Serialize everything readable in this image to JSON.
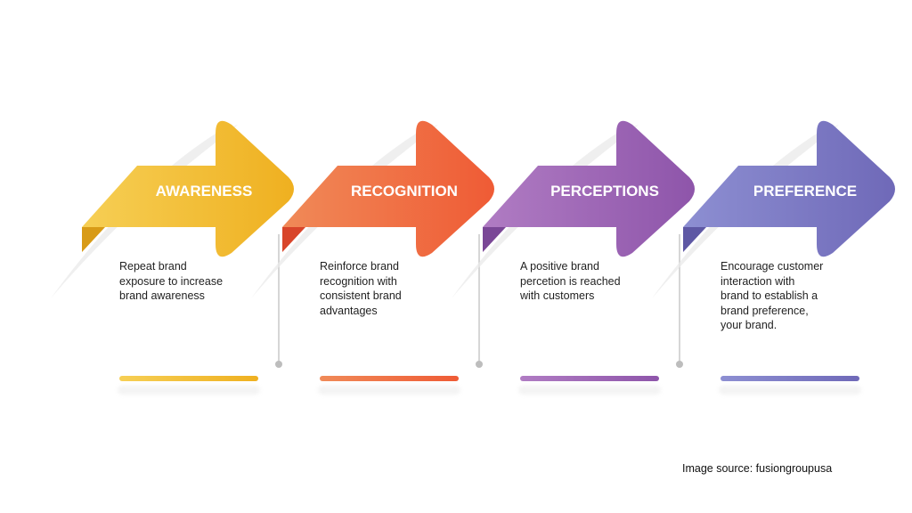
{
  "stages": [
    {
      "title": "AWARENESS",
      "description": "Repeat brand exposure to increase brand awareness",
      "lines": [
        "Repeat brand",
        "exposure to increase",
        "brand awareness"
      ],
      "color_start": "#F6CF55",
      "color_end": "#EFB020",
      "fold_color": "#D89B17"
    },
    {
      "title": "RECOGNITION",
      "description": "Reinforce brand recognition with consistent brand advantages",
      "lines": [
        "Reinforce brand",
        "recognition with",
        "consistent brand",
        "advantages"
      ],
      "color_start": "#F08A58",
      "color_end": "#EF5B35",
      "fold_color": "#D8452A"
    },
    {
      "title": "PERCEPTIONS",
      "description": "A positive brand percetion is reached with customers",
      "lines": [
        "A positive brand",
        "percetion is reached",
        "with customers"
      ],
      "color_start": "#B07CC3",
      "color_end": "#8E55AA",
      "fold_color": "#7A4796"
    },
    {
      "title": "PREFERENCE",
      "description": "Encourage customer interaction with brand to establish a brand preference, your brand.",
      "lines": [
        "Encourage customer",
        "interaction with",
        "brand to establish a",
        "brand preference,",
        "your brand."
      ],
      "color_start": "#8D8FD2",
      "color_end": "#6F69B8",
      "fold_color": "#5E58A4"
    }
  ],
  "source": "Image source: fusiongroupusa"
}
